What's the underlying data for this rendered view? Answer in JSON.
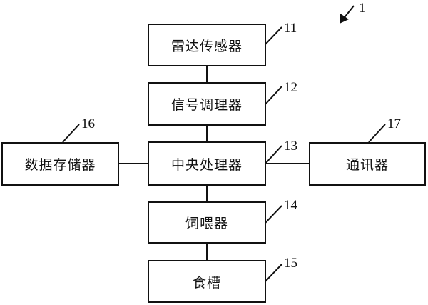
{
  "diagram": {
    "system_ref": "1",
    "blocks": {
      "radar_sensor": {
        "label": "雷达传感器",
        "ref": "11"
      },
      "signal_conditioner": {
        "label": "信号调理器",
        "ref": "12"
      },
      "cpu": {
        "label": "中央处理器",
        "ref": "13"
      },
      "feeder": {
        "label": "饲喂器",
        "ref": "14"
      },
      "trough": {
        "label": "食槽",
        "ref": "15"
      },
      "data_storage": {
        "label": "数据存储器",
        "ref": "16"
      },
      "communicator": {
        "label": "通讯器",
        "ref": "17"
      }
    }
  }
}
